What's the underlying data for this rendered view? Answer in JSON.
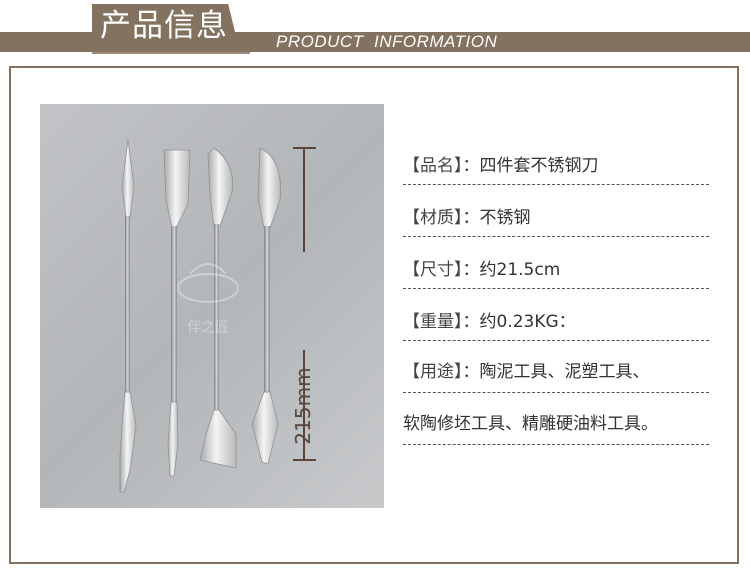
{
  "header": {
    "title": "产品信息",
    "subtitle": "PRODUCT  INFORMATION"
  },
  "photo": {
    "dimension_label": "215mm",
    "watermark": "伴之匠"
  },
  "specs": [
    {
      "key": "【品名】",
      "sep": "：",
      "value": "四件套不锈钢刀"
    },
    {
      "key": "【材质】",
      "sep": "：",
      "value": "不锈钢"
    },
    {
      "key": "【尺寸】",
      "sep": "：",
      "value": "约21.5cm"
    },
    {
      "key": "【重量】",
      "sep": "：",
      "value": "约0.23KG："
    },
    {
      "key": "【用途】",
      "sep": "：",
      "value": "陶泥工具、泥塑工具、"
    }
  ],
  "spec_continuation": "软陶修坯工具、精雕硬油料工具。",
  "colors": {
    "header_band": "#83725f",
    "dimension_line": "#5a463a",
    "photo_bg": "#b9bbbe"
  }
}
